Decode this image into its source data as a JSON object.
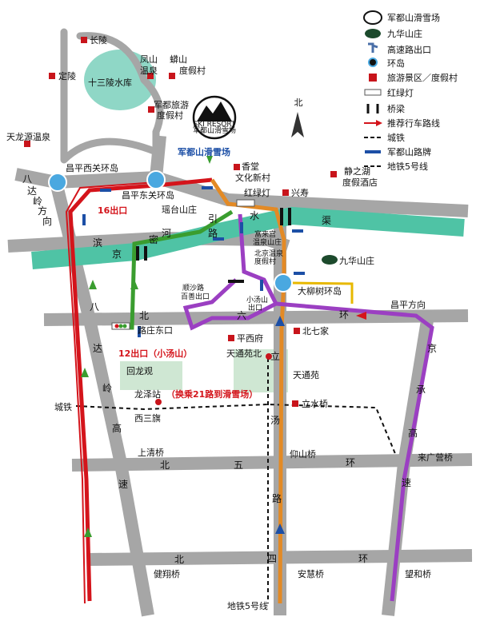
{
  "legend": [
    {
      "label": "军都山滑雪场",
      "icon": "ski-resort-logo-icon"
    },
    {
      "label": "九华山庄",
      "icon": "jiuhua-resort-logo-icon"
    },
    {
      "label": "高速路出口",
      "icon": "exit-icon"
    },
    {
      "label": "环岛",
      "icon": "roundabout-icon"
    },
    {
      "label": "旅游景区／度假村",
      "icon": "scenic-spot-icon"
    },
    {
      "label": "红绿灯",
      "icon": "traffic-light-icon"
    },
    {
      "label": "桥梁",
      "icon": "bridge-icon"
    },
    {
      "label": "推荐行车路线",
      "icon": "route-arrow-icon"
    },
    {
      "label": "城铁",
      "icon": "light-rail-icon"
    },
    {
      "label": "军都山路牌",
      "icon": "road-sign-icon"
    },
    {
      "label": "地铁5号线",
      "icon": "subway-line-icon"
    }
  ],
  "compass": "北",
  "logo": {
    "brand": "SKI RESORT",
    "sub": "军都山滑雪场"
  },
  "destination": "军都山滑雪场",
  "places": {
    "changling": "长陵",
    "dingling": "定陵",
    "reservoir": "十三陵水库",
    "fengshan_1": "凤山",
    "fengshan_2": "温泉",
    "mangshan_1": "蟒山",
    "mangshan_2": "度假村",
    "junduyou_1": "军都旅游",
    "junduyou_2": "度假村",
    "tianlongyuan": "天龙源温泉",
    "xiangtang_1": "香堂",
    "xiangtang_2": "文化新村",
    "jingzhihu_1": "静之湖",
    "jingzhihu_2": "度假酒店",
    "xingshou": "兴寿",
    "yaotai": "瑶台山庄",
    "fuhao_1": "富来宫",
    "fuhao_2": "温泉山庄",
    "beiyuan_1": "北京温泉",
    "beiyuan_2": "度假村",
    "jiuhua": "九华山庄",
    "shunsha_1": "顺沙路",
    "shunsha_2": "百善出口",
    "xiaotang_1": "小汤山",
    "xiaotang_2": "出口",
    "pingxifu": "平西府",
    "tiantongyuanbei": "天通苑北",
    "tiantongyuan": "天通苑",
    "beiqijia": "北七家",
    "lishuiqiao": "立水桥",
    "huilongguan": "回龙观",
    "longze": "龙泽站",
    "longze_note": "（换乘21路到滑雪场）",
    "xisanqi": "西三旗",
    "chengtie": "城铁",
    "shangqingqiao": "上清桥",
    "yangshanqiao": "仰山桥",
    "laiguangying": "来广营桥",
    "jianxiangqiao": "健翔桥",
    "anhuiqiao": "安慧桥",
    "wangheqiao": "望和桥",
    "subway5": "地铁5号线",
    "changping_dir": "昌平方向"
  },
  "junctions": {
    "changpingxiguan": "昌平西关环岛",
    "changpingdongguan": "昌平东关环岛",
    "daliushu": "大柳树环岛",
    "hongludeng": "红绿灯",
    "luzhuang": "路庄东口",
    "exit16": "16出口",
    "exit12": "12出口（小汤山）"
  },
  "roads": {
    "badaling_dir": [
      "八",
      "达",
      "岭",
      "方",
      "向"
    ],
    "badaling_exp": [
      "八",
      "达",
      "岭",
      "高",
      "速"
    ],
    "jingcheng_exp": [
      "京",
      "承",
      "高",
      "速"
    ],
    "litang": [
      "立",
      "汤",
      "路"
    ],
    "beiliu": [
      "北",
      "六",
      "环"
    ],
    "beiwu": [
      "北",
      "五",
      "环"
    ],
    "beisi": [
      "北",
      "四",
      "环"
    ],
    "river": [
      "京",
      "密",
      "引",
      "水",
      "渠"
    ],
    "river_west": [
      "滨",
      "河",
      "路"
    ]
  },
  "colors": {
    "route_red": "#d4141b",
    "route_orange": "#e38a25",
    "route_purple": "#9b3fc2",
    "route_green": "#3a9d2f",
    "route_yellow": "#e7b800",
    "road": "#a6a6a6",
    "river": "#4fc3a5",
    "green_area": "#cfe7d3",
    "reservoir": "#8fd7c6",
    "sign_blue": "#1c4fa6"
  }
}
